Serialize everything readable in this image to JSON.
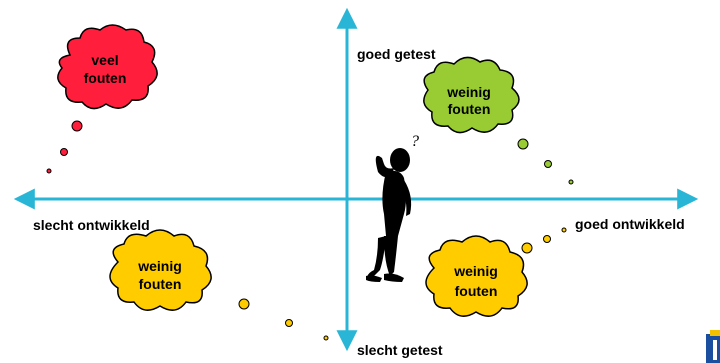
{
  "axes": {
    "y_top": "goed getest",
    "y_bottom": "slecht getest",
    "x_left": "slecht ontwikkeld",
    "x_right": "goed ontwikkeld"
  },
  "clouds": [
    {
      "id": "top-left",
      "lines": [
        "veel",
        "fouten"
      ],
      "fill": "#ff1f3d"
    },
    {
      "id": "top-right",
      "lines": [
        "weinig",
        "fouten"
      ],
      "fill": "#99cc33"
    },
    {
      "id": "bottom-left",
      "lines": [
        "weinig",
        "fouten"
      ],
      "fill": "#ffcc00"
    },
    {
      "id": "bottom-right",
      "lines": [
        "weinig",
        "fouten"
      ],
      "fill": "#ffcc00"
    }
  ],
  "colors": {
    "axis": "#29b6d6",
    "outline": "#000000",
    "figure": "#000000"
  },
  "figure": {
    "icon": "thinking-person-icon",
    "thought": "?"
  }
}
